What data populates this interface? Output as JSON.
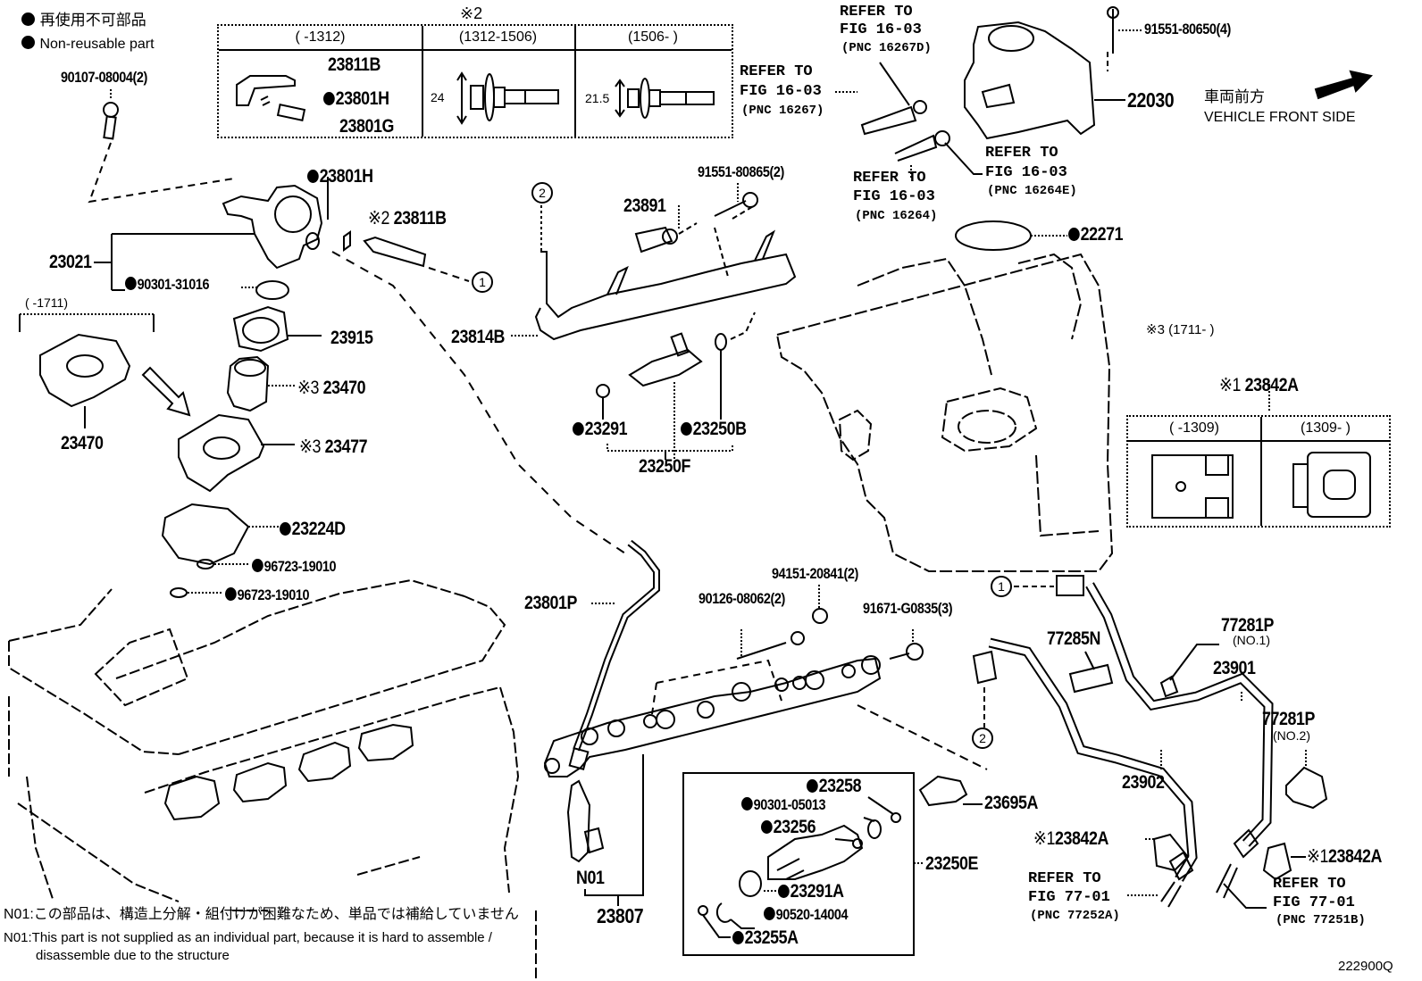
{
  "legend": {
    "jp": "再使用不可部品",
    "en": "Non-reusable part"
  },
  "direction": {
    "jp": "車両前方",
    "en": "VEHICLE FRONT SIDE"
  },
  "illustration_id": "222900Q",
  "top_table": {
    "note_mark": "※2",
    "columns": [
      "(     -1312)",
      "(1312-1506)",
      "(1506-      )"
    ],
    "col1_parts": [
      "23811B",
      "23801H",
      "23801G"
    ],
    "col2_dimension": "24",
    "col3_dimension": "21.5"
  },
  "connector_table": {
    "title_mark": "※1",
    "title_part": "23842A",
    "columns": [
      "(     -1309)",
      "(1309-      )"
    ]
  },
  "range_note_1711": "(        -1711)",
  "range_note_x3": "※3 (1711-      )",
  "callouts": {
    "c1": "1",
    "c2": "2"
  },
  "parts": {
    "p90107": "90107-08004(2)",
    "p23801H_main": "23801H",
    "p23811B_main": "23811B",
    "p23811B_mark": "※2",
    "p23021": "23021",
    "p90301_31016": "90301-31016",
    "p23915": "23915",
    "p23470_x3": "23470",
    "p23470": "23470",
    "p23477": "23477",
    "mark_x3": "※3",
    "p23224D": "23224D",
    "p96723_a": "96723-19010",
    "p96723_b": "96723-19010",
    "p23801P": "23801P",
    "p23814B": "23814B",
    "p23891": "23891",
    "p91551_80865": "91551-80865(2)",
    "p23291": "23291",
    "p23250B": "23250B",
    "p23250F": "23250F",
    "p91551_80650": "91551-80650(4)",
    "p22030": "22030",
    "p22271": "22271",
    "p94151": "94151-20841(2)",
    "p90126": "90126-08062(2)",
    "p91671": "91671-G0835(3)",
    "p77285N": "77285N",
    "p77281P_1": "77281P",
    "p77281P_1_sub": "(NO.1)",
    "p23901": "23901",
    "p77281P_2": "77281P",
    "p77281P_2_sub": "(NO.2)",
    "p23902": "23902",
    "p23695A": "23695A",
    "p23842A_left": "23842A",
    "p23842A_right": "23842A",
    "mark_x1": "※1",
    "p23250E": "23250E",
    "p23258": "23258",
    "p90301_05013": "90301-05013",
    "p23256": "23256",
    "p23291A": "23291A",
    "p90520": "90520-14004",
    "p23255A": "23255A",
    "pN01": "N01",
    "p23807": "23807"
  },
  "refs": {
    "r16267D": [
      "REFER TO",
      "FIG 16-03",
      "(PNC 16267D)"
    ],
    "r16267": [
      "REFER TO",
      "FIG 16-03",
      "(PNC 16267)"
    ],
    "r16264": [
      "REFER TO",
      "FIG 16-03",
      "(PNC 16264)"
    ],
    "r16264E": [
      "REFER TO",
      "FIG 16-03",
      "(PNC 16264E)"
    ],
    "r77252A": [
      "REFER TO",
      "FIG 77-01",
      "(PNC 77252A)"
    ],
    "r77251B": [
      "REFER TO",
      "FIG 77-01",
      "(PNC 77251B)"
    ]
  },
  "footnotes": {
    "jp": "N01:この部品は、構造上分解・組付けが困難なため、単品では補給していません",
    "en_1": "N01:This part is not supplied as an individual part, because it is hard to assemble /",
    "en_2": "disassemble due to the structure"
  }
}
